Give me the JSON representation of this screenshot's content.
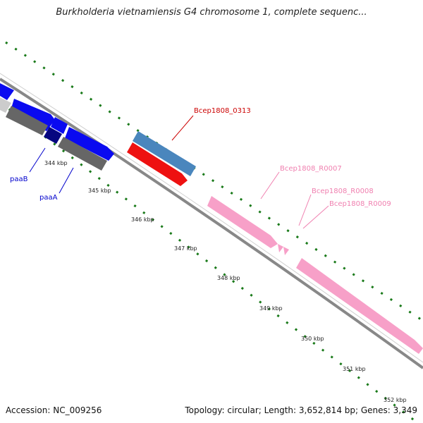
{
  "title": "Burkholderia vietnamiensis G4 chromosome 1, complete sequenc...",
  "footer": {
    "accession": "Accession: NC_009256",
    "stats": "Topology: circular; Length: 3,652,814 bp; Genes: 3,349"
  },
  "colors": {
    "backbone": "#888888",
    "ticks": "#1a7a1a",
    "gene_blue": "#0a0af0",
    "gene_dark_blue": "#060680",
    "gene_gray": "#666666",
    "gene_light_gray": "#cccccc",
    "gene_steel_blue": "#4a86bd",
    "gene_red": "#ee1111",
    "gene_pink": "#f7a0c8",
    "label_red": "#cc0000",
    "label_blue": "#0000cc",
    "label_pink": "#f080b0"
  },
  "scale_labels": [
    "344 kbp",
    "345 kbp",
    "346 kbp",
    "347 kbp",
    "348 kbp",
    "349 kbp",
    "350 kbp",
    "351 kbp",
    "352 kbp"
  ],
  "gene_labels": {
    "bcep0313": "Bcep1808_0313",
    "r0007": "Bcep1808_R0007",
    "r0008": "Bcep1808_R0008",
    "r0009": "Bcep1808_R0009",
    "paaB": "paaB",
    "paaA": "paaA"
  }
}
